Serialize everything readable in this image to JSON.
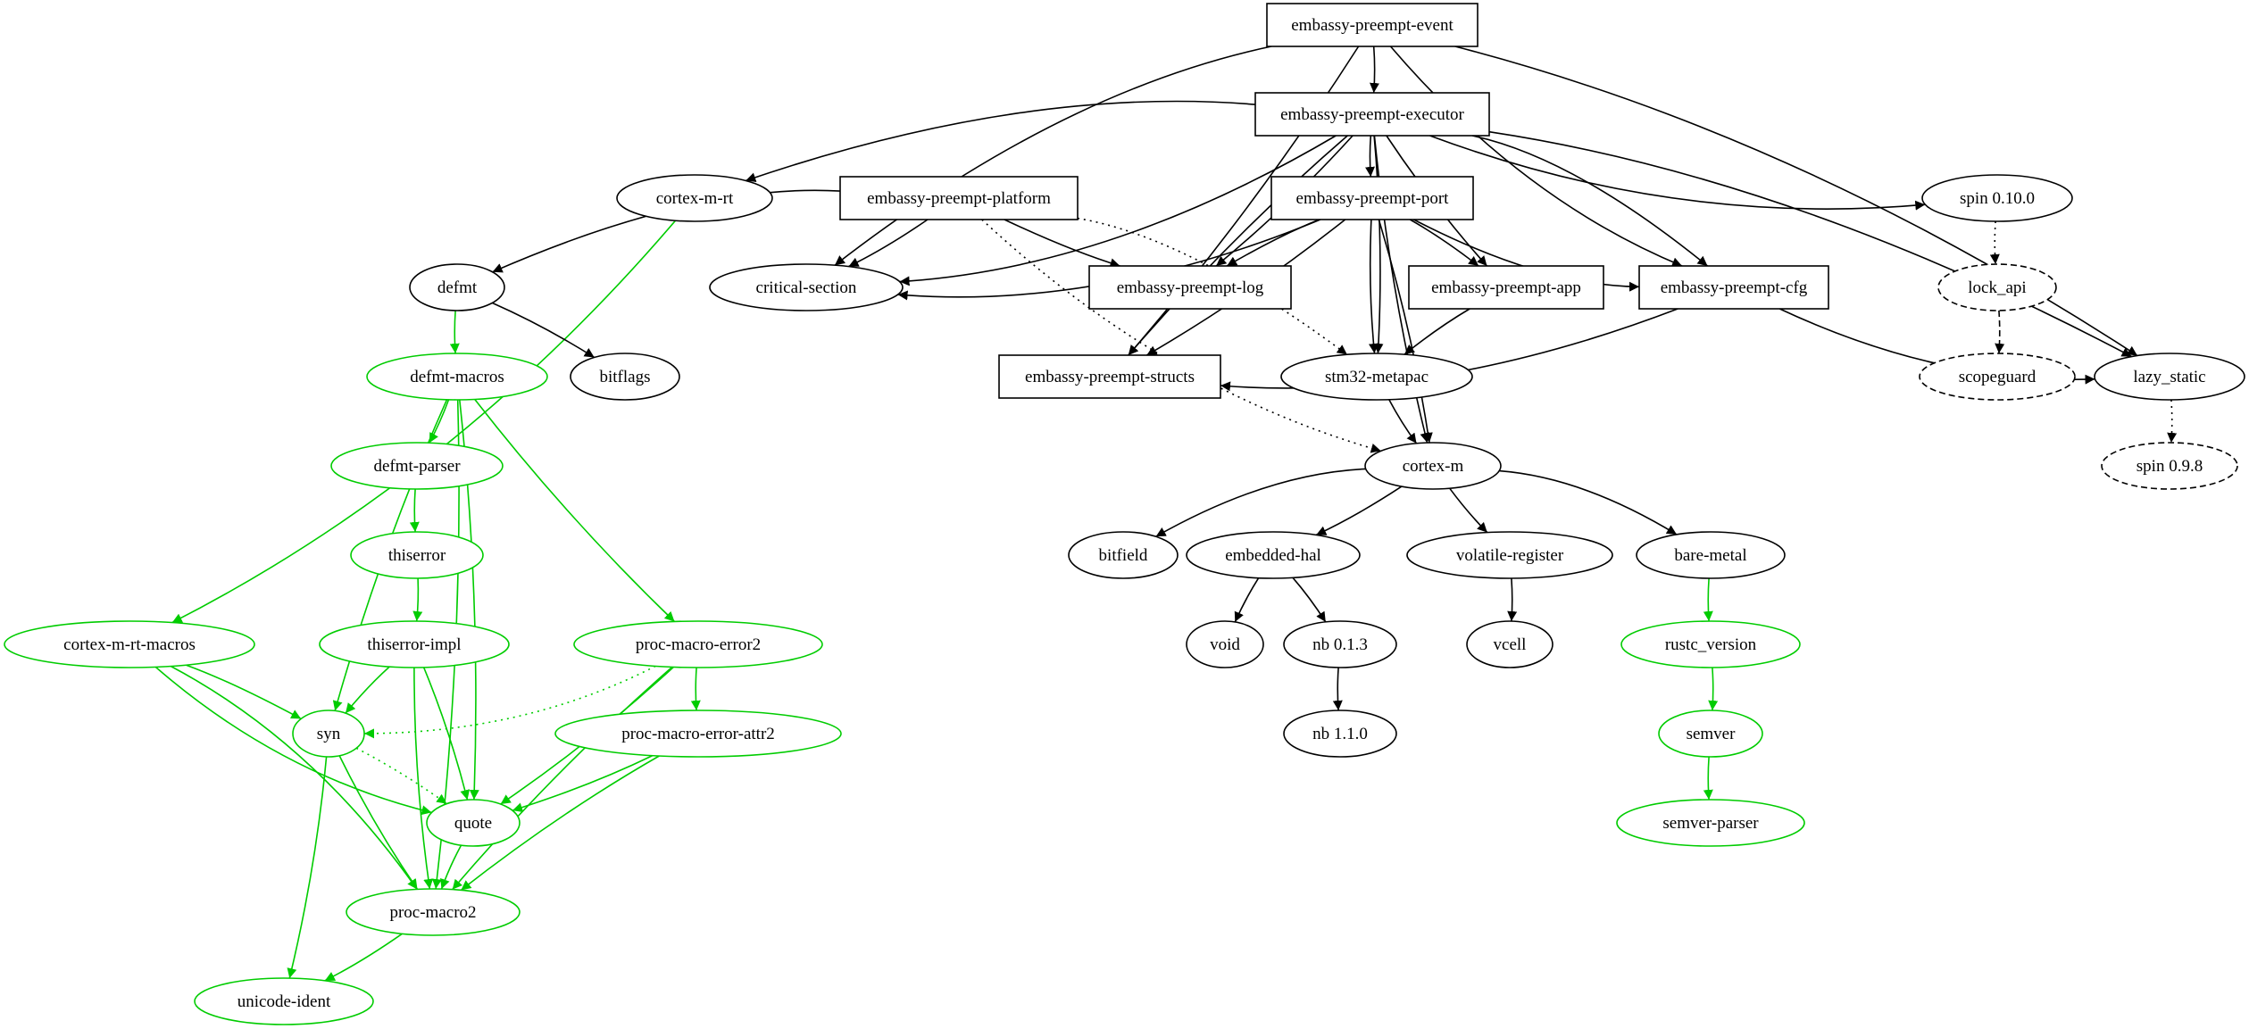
{
  "graph": {
    "colors": {
      "normal": "#000000",
      "build": "#00cc00"
    },
    "nodes": [
      {
        "id": "embassy-preempt-event",
        "label": "embassy-preempt-event",
        "shape": "box",
        "style": "solid",
        "group": "normal"
      },
      {
        "id": "embassy-preempt-executor",
        "label": "embassy-preempt-executor",
        "shape": "box",
        "style": "solid",
        "group": "normal"
      },
      {
        "id": "cortex-m-rt",
        "label": "cortex-m-rt",
        "shape": "ellipse",
        "style": "solid",
        "group": "normal"
      },
      {
        "id": "embassy-preempt-platform",
        "label": "embassy-preempt-platform",
        "shape": "box",
        "style": "solid",
        "group": "normal"
      },
      {
        "id": "embassy-preempt-port",
        "label": "embassy-preempt-port",
        "shape": "box",
        "style": "solid",
        "group": "normal"
      },
      {
        "id": "spin-0.10.0",
        "label": "spin 0.10.0",
        "shape": "ellipse",
        "style": "solid",
        "group": "normal"
      },
      {
        "id": "defmt",
        "label": "defmt",
        "shape": "ellipse",
        "style": "solid",
        "group": "normal"
      },
      {
        "id": "critical-section",
        "label": "critical-section",
        "shape": "ellipse",
        "style": "solid",
        "group": "normal"
      },
      {
        "id": "embassy-preempt-log",
        "label": "embassy-preempt-log",
        "shape": "box",
        "style": "solid",
        "group": "normal"
      },
      {
        "id": "embassy-preempt-app",
        "label": "embassy-preempt-app",
        "shape": "box",
        "style": "solid",
        "group": "normal"
      },
      {
        "id": "embassy-preempt-cfg",
        "label": "embassy-preempt-cfg",
        "shape": "box",
        "style": "solid",
        "group": "normal"
      },
      {
        "id": "lock_api",
        "label": "lock_api",
        "shape": "ellipse",
        "style": "dashed",
        "group": "normal"
      },
      {
        "id": "defmt-macros",
        "label": "defmt-macros",
        "shape": "ellipse",
        "style": "solid",
        "group": "build"
      },
      {
        "id": "bitflags",
        "label": "bitflags",
        "shape": "ellipse",
        "style": "solid",
        "group": "normal"
      },
      {
        "id": "embassy-preempt-structs",
        "label": "embassy-preempt-structs",
        "shape": "box",
        "style": "solid",
        "group": "normal"
      },
      {
        "id": "stm32-metapac",
        "label": "stm32-metapac",
        "shape": "ellipse",
        "style": "solid",
        "group": "normal"
      },
      {
        "id": "scopeguard",
        "label": "scopeguard",
        "shape": "ellipse",
        "style": "dashed",
        "group": "normal"
      },
      {
        "id": "lazy_static",
        "label": "lazy_static",
        "shape": "ellipse",
        "style": "solid",
        "group": "normal"
      },
      {
        "id": "defmt-parser",
        "label": "defmt-parser",
        "shape": "ellipse",
        "style": "solid",
        "group": "build"
      },
      {
        "id": "cortex-m",
        "label": "cortex-m",
        "shape": "ellipse",
        "style": "solid",
        "group": "normal"
      },
      {
        "id": "spin-0.9.8",
        "label": "spin 0.9.8",
        "shape": "ellipse",
        "style": "dashed",
        "group": "normal"
      },
      {
        "id": "thiserror",
        "label": "thiserror",
        "shape": "ellipse",
        "style": "solid",
        "group": "build"
      },
      {
        "id": "bitfield",
        "label": "bitfield",
        "shape": "ellipse",
        "style": "solid",
        "group": "normal"
      },
      {
        "id": "embedded-hal",
        "label": "embedded-hal",
        "shape": "ellipse",
        "style": "solid",
        "group": "normal"
      },
      {
        "id": "volatile-register",
        "label": "volatile-register",
        "shape": "ellipse",
        "style": "solid",
        "group": "normal"
      },
      {
        "id": "bare-metal",
        "label": "bare-metal",
        "shape": "ellipse",
        "style": "solid",
        "group": "normal"
      },
      {
        "id": "cortex-m-rt-macros",
        "label": "cortex-m-rt-macros",
        "shape": "ellipse",
        "style": "solid",
        "group": "build"
      },
      {
        "id": "thiserror-impl",
        "label": "thiserror-impl",
        "shape": "ellipse",
        "style": "solid",
        "group": "build"
      },
      {
        "id": "proc-macro-error2",
        "label": "proc-macro-error2",
        "shape": "ellipse",
        "style": "solid",
        "group": "build"
      },
      {
        "id": "void",
        "label": "void",
        "shape": "ellipse",
        "style": "solid",
        "group": "normal"
      },
      {
        "id": "nb-0.1.3",
        "label": "nb 0.1.3",
        "shape": "ellipse",
        "style": "solid",
        "group": "normal"
      },
      {
        "id": "vcell",
        "label": "vcell",
        "shape": "ellipse",
        "style": "solid",
        "group": "normal"
      },
      {
        "id": "rustc_version",
        "label": "rustc_version",
        "shape": "ellipse",
        "style": "solid",
        "group": "build"
      },
      {
        "id": "syn",
        "label": "syn",
        "shape": "ellipse",
        "style": "solid",
        "group": "build"
      },
      {
        "id": "proc-macro-error-attr2",
        "label": "proc-macro-error-attr2",
        "shape": "ellipse",
        "style": "solid",
        "group": "build"
      },
      {
        "id": "nb-1.1.0",
        "label": "nb 1.1.0",
        "shape": "ellipse",
        "style": "solid",
        "group": "normal"
      },
      {
        "id": "semver",
        "label": "semver",
        "shape": "ellipse",
        "style": "solid",
        "group": "build"
      },
      {
        "id": "quote",
        "label": "quote",
        "shape": "ellipse",
        "style": "solid",
        "group": "build"
      },
      {
        "id": "proc-macro2",
        "label": "proc-macro2",
        "shape": "ellipse",
        "style": "solid",
        "group": "build"
      },
      {
        "id": "semver-parser",
        "label": "semver-parser",
        "shape": "ellipse",
        "style": "solid",
        "group": "build"
      },
      {
        "id": "unicode-ident",
        "label": "unicode-ident",
        "shape": "ellipse",
        "style": "solid",
        "group": "build"
      }
    ],
    "edges": [
      {
        "from": "embassy-preempt-event",
        "to": "embassy-preempt-executor",
        "kind": "normal"
      },
      {
        "from": "embassy-preempt-event",
        "to": "critical-section",
        "kind": "normal"
      },
      {
        "from": "embassy-preempt-event",
        "to": "embassy-preempt-structs",
        "kind": "normal"
      },
      {
        "from": "embassy-preempt-event",
        "to": "embassy-preempt-cfg",
        "kind": "normal"
      },
      {
        "from": "embassy-preempt-event",
        "to": "lazy_static",
        "kind": "normal"
      },
      {
        "from": "embassy-preempt-executor",
        "to": "cortex-m-rt",
        "kind": "normal"
      },
      {
        "from": "embassy-preempt-executor",
        "to": "critical-section",
        "kind": "normal"
      },
      {
        "from": "embassy-preempt-executor",
        "to": "embassy-preempt-port",
        "kind": "normal"
      },
      {
        "from": "embassy-preempt-executor",
        "to": "embassy-preempt-log",
        "kind": "normal"
      },
      {
        "from": "embassy-preempt-executor",
        "to": "embassy-preempt-structs",
        "kind": "normal"
      },
      {
        "from": "embassy-preempt-executor",
        "to": "stm32-metapac",
        "kind": "normal"
      },
      {
        "from": "embassy-preempt-executor",
        "to": "embassy-preempt-app",
        "kind": "normal"
      },
      {
        "from": "embassy-preempt-executor",
        "to": "embassy-preempt-cfg",
        "kind": "normal"
      },
      {
        "from": "embassy-preempt-executor",
        "to": "spin-0.10.0",
        "kind": "normal"
      },
      {
        "from": "embassy-preempt-executor",
        "to": "lazy_static",
        "kind": "normal"
      },
      {
        "from": "embassy-preempt-executor",
        "to": "cortex-m",
        "kind": "normal"
      },
      {
        "from": "cortex-m-rt",
        "to": "cortex-m-rt-macros",
        "kind": "build"
      },
      {
        "from": "embassy-preempt-platform",
        "to": "defmt",
        "kind": "normal"
      },
      {
        "from": "embassy-preempt-platform",
        "to": "critical-section",
        "kind": "normal"
      },
      {
        "from": "embassy-preempt-platform",
        "to": "embassy-preempt-log",
        "kind": "normal"
      },
      {
        "from": "embassy-preempt-platform",
        "to": "stm32-metapac",
        "kind": "optional"
      },
      {
        "from": "embassy-preempt-platform",
        "to": "cortex-m",
        "kind": "optional"
      },
      {
        "from": "embassy-preempt-port",
        "to": "critical-section",
        "kind": "normal"
      },
      {
        "from": "embassy-preempt-port",
        "to": "embassy-preempt-log",
        "kind": "normal"
      },
      {
        "from": "embassy-preempt-port",
        "to": "embassy-preempt-app",
        "kind": "normal"
      },
      {
        "from": "embassy-preempt-port",
        "to": "embassy-preempt-cfg",
        "kind": "normal"
      },
      {
        "from": "embassy-preempt-port",
        "to": "embassy-preempt-structs",
        "kind": "normal"
      },
      {
        "from": "embassy-preempt-port",
        "to": "stm32-metapac",
        "kind": "normal"
      },
      {
        "from": "embassy-preempt-port",
        "to": "cortex-m",
        "kind": "normal"
      },
      {
        "from": "spin-0.10.0",
        "to": "lock_api",
        "kind": "optional"
      },
      {
        "from": "lock_api",
        "to": "scopeguard",
        "kind": "dashed"
      },
      {
        "from": "defmt",
        "to": "defmt-macros",
        "kind": "build"
      },
      {
        "from": "defmt",
        "to": "bitflags",
        "kind": "normal"
      },
      {
        "from": "embassy-preempt-app",
        "to": "stm32-metapac",
        "kind": "normal"
      },
      {
        "from": "embassy-preempt-cfg",
        "to": "embassy-preempt-structs",
        "kind": "normal"
      },
      {
        "from": "embassy-preempt-cfg",
        "to": "lazy_static",
        "kind": "normal"
      },
      {
        "from": "lazy_static",
        "to": "spin-0.9.8",
        "kind": "optional"
      },
      {
        "from": "stm32-metapac",
        "to": "cortex-m",
        "kind": "normal"
      },
      {
        "from": "defmt-macros",
        "to": "defmt-parser",
        "kind": "build"
      },
      {
        "from": "defmt-macros",
        "to": "syn",
        "kind": "build"
      },
      {
        "from": "defmt-macros",
        "to": "quote",
        "kind": "build"
      },
      {
        "from": "defmt-macros",
        "to": "proc-macro-error2",
        "kind": "build"
      },
      {
        "from": "defmt-macros",
        "to": "proc-macro2",
        "kind": "build"
      },
      {
        "from": "defmt-parser",
        "to": "thiserror",
        "kind": "build"
      },
      {
        "from": "thiserror",
        "to": "thiserror-impl",
        "kind": "build"
      },
      {
        "from": "cortex-m",
        "to": "bitfield",
        "kind": "normal"
      },
      {
        "from": "cortex-m",
        "to": "embedded-hal",
        "kind": "normal"
      },
      {
        "from": "cortex-m",
        "to": "volatile-register",
        "kind": "normal"
      },
      {
        "from": "cortex-m",
        "to": "bare-metal",
        "kind": "normal"
      },
      {
        "from": "embedded-hal",
        "to": "void",
        "kind": "normal"
      },
      {
        "from": "embedded-hal",
        "to": "nb-0.1.3",
        "kind": "normal"
      },
      {
        "from": "nb-0.1.3",
        "to": "nb-1.1.0",
        "kind": "normal"
      },
      {
        "from": "volatile-register",
        "to": "vcell",
        "kind": "normal"
      },
      {
        "from": "bare-metal",
        "to": "rustc_version",
        "kind": "build"
      },
      {
        "from": "rustc_version",
        "to": "semver",
        "kind": "build"
      },
      {
        "from": "semver",
        "to": "semver-parser",
        "kind": "build"
      },
      {
        "from": "cortex-m-rt-macros",
        "to": "syn",
        "kind": "build"
      },
      {
        "from": "cortex-m-rt-macros",
        "to": "quote",
        "kind": "build"
      },
      {
        "from": "cortex-m-rt-macros",
        "to": "proc-macro2",
        "kind": "build"
      },
      {
        "from": "thiserror-impl",
        "to": "syn",
        "kind": "build"
      },
      {
        "from": "thiserror-impl",
        "to": "quote",
        "kind": "build"
      },
      {
        "from": "thiserror-impl",
        "to": "proc-macro2",
        "kind": "build"
      },
      {
        "from": "proc-macro-error2",
        "to": "syn",
        "kind": "build-optional"
      },
      {
        "from": "proc-macro-error2",
        "to": "proc-macro-error-attr2",
        "kind": "build"
      },
      {
        "from": "proc-macro-error2",
        "to": "quote",
        "kind": "build"
      },
      {
        "from": "proc-macro-error2",
        "to": "proc-macro2",
        "kind": "build"
      },
      {
        "from": "proc-macro-error-attr2",
        "to": "quote",
        "kind": "build"
      },
      {
        "from": "proc-macro-error-attr2",
        "to": "proc-macro2",
        "kind": "build"
      },
      {
        "from": "syn",
        "to": "quote",
        "kind": "build-optional"
      },
      {
        "from": "syn",
        "to": "proc-macro2",
        "kind": "build"
      },
      {
        "from": "syn",
        "to": "unicode-ident",
        "kind": "build"
      },
      {
        "from": "quote",
        "to": "proc-macro2",
        "kind": "build"
      },
      {
        "from": "proc-macro2",
        "to": "unicode-ident",
        "kind": "build"
      }
    ]
  }
}
